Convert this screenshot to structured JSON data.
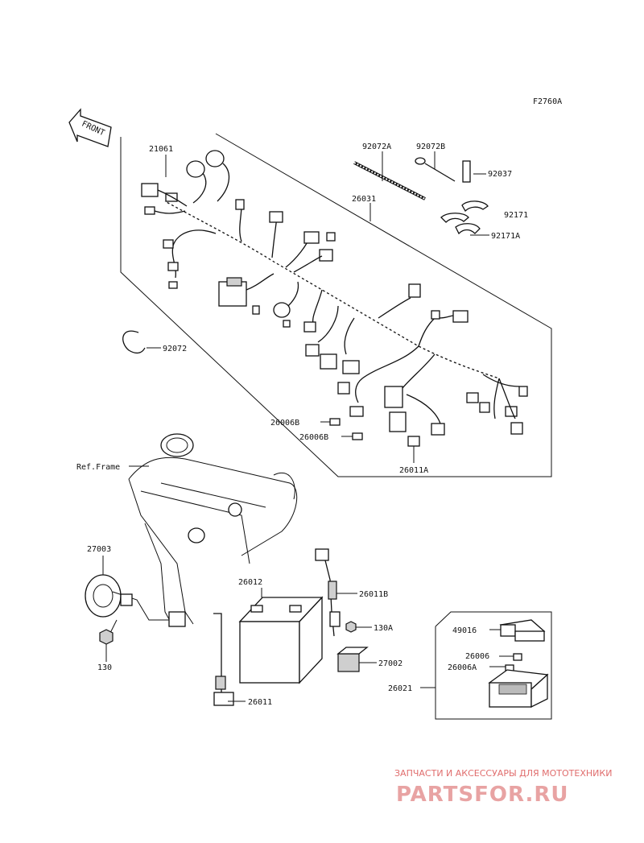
{
  "figure_code": "F2760A",
  "front_label": "FRONT",
  "ref_frame_label": "Ref.Frame",
  "parts": {
    "p21061": "21061",
    "p92072A": "92072A",
    "p92072B": "92072B",
    "p92037": "92037",
    "p26031": "26031",
    "p92171": "92171",
    "p92171A": "92171A",
    "p92072": "92072",
    "p26006B_1": "26006B",
    "p26006B_2": "26006B",
    "p26011A": "26011A",
    "p27003": "27003",
    "p130": "130",
    "p26012": "26012",
    "p26011B": "26011B",
    "p130A": "130A",
    "p27002": "27002",
    "p26011": "26011",
    "p49016": "49016",
    "p26006": "26006",
    "p26006A": "26006A",
    "p26021": "26021"
  },
  "watermark": {
    "line1": "ЗАПЧАСТИ И АКСЕССУАРЫ ДЛЯ МОТОТЕХНИКИ",
    "line2": "PARTSFOR.RU"
  }
}
